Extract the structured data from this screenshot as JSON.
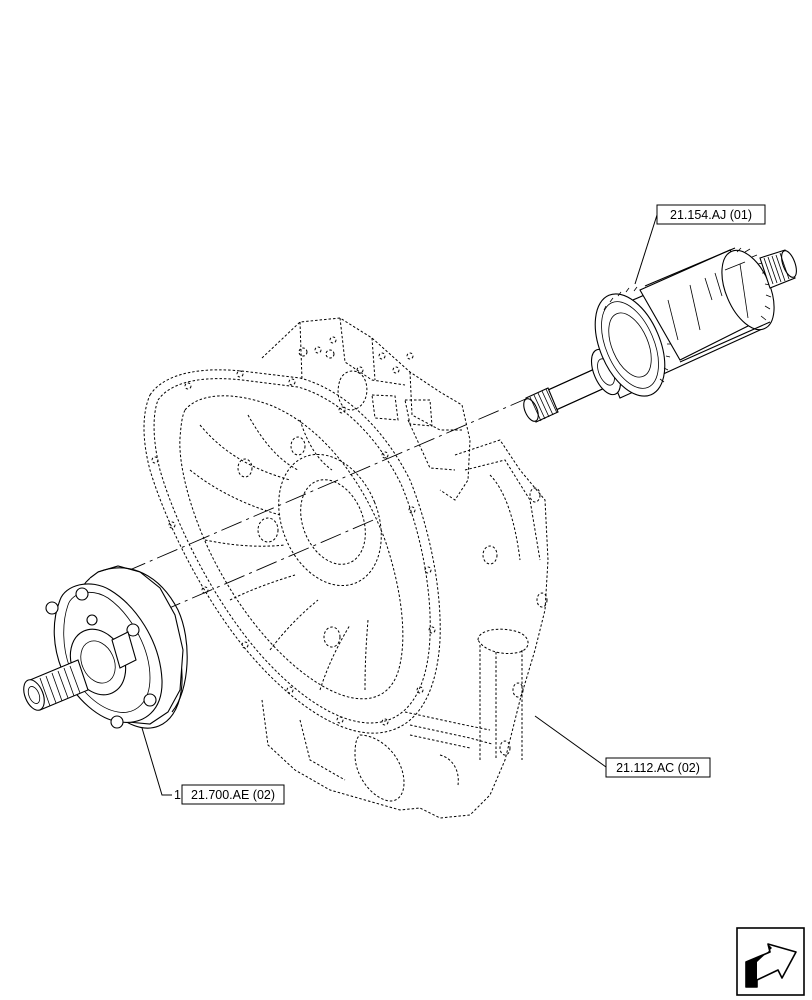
{
  "callouts": {
    "clutch_pack": {
      "ref": "21.154.AJ (01)"
    },
    "housing": {
      "ref": "21.112.AC (02)"
    },
    "pump": {
      "ref": "21.700.AE (02)",
      "qty": "1"
    }
  },
  "nav_icon": {
    "name": "next-page-arrow-icon"
  },
  "colors": {
    "line": "#000000",
    "background": "#ffffff"
  }
}
